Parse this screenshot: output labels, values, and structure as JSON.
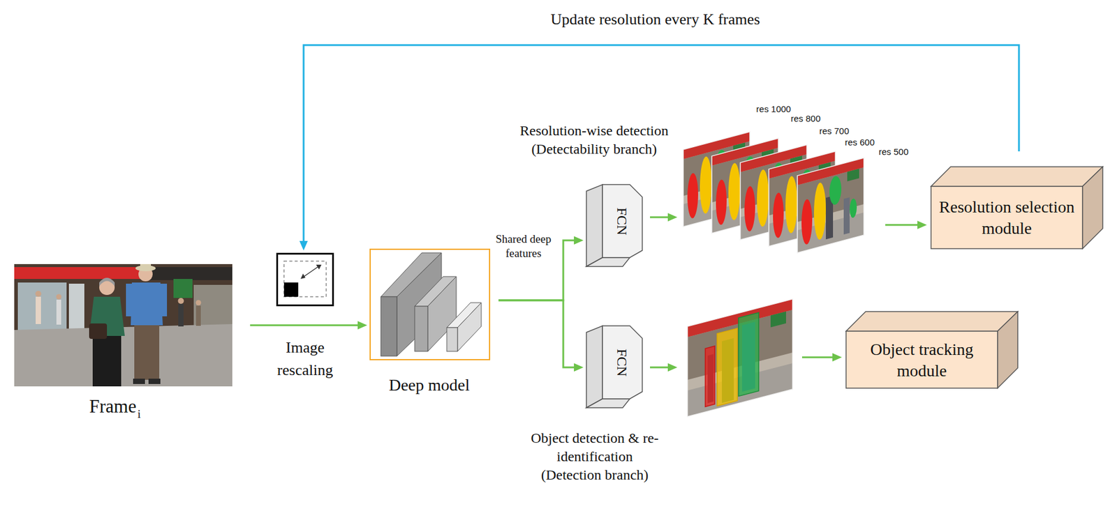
{
  "diagram": {
    "nodes": [
      {
        "text": [
          "Frame",
          "i"
        ]
      },
      {
        "text": [
          "Image rescaling"
        ]
      },
      {
        "text": [
          "Deep model"
        ]
      },
      {
        "text": [
          "FCN"
        ]
      },
      {
        "text": [
          "Resolution selection module"
        ]
      },
      {
        "text": [
          "FCN"
        ]
      },
      {
        "text": [
          "Object tracking module"
        ]
      }
    ],
    "edges": [
      {
        "from": 0,
        "to": 2,
        "arrow": "to"
      },
      {
        "from": 2,
        "to": 3,
        "arrow": "to"
      },
      {
        "from": 2,
        "to": 5,
        "arrow": "to"
      },
      {
        "from": 3,
        "to": 4,
        "arrow": "to"
      },
      {
        "from": 5,
        "to": 6,
        "arrow": "to"
      },
      {
        "from": 4,
        "to": 1,
        "label": "Update resolution every K frames",
        "arrow": "to"
      }
    ],
    "labels": [
      "Resolution-wise detection (Detectability branch)",
      "Shared deep features",
      "res 1000",
      "res 800",
      "res 700",
      "res 600",
      "res 500",
      "Object detection & re-identification (Detection branch)"
    ]
  }
}
